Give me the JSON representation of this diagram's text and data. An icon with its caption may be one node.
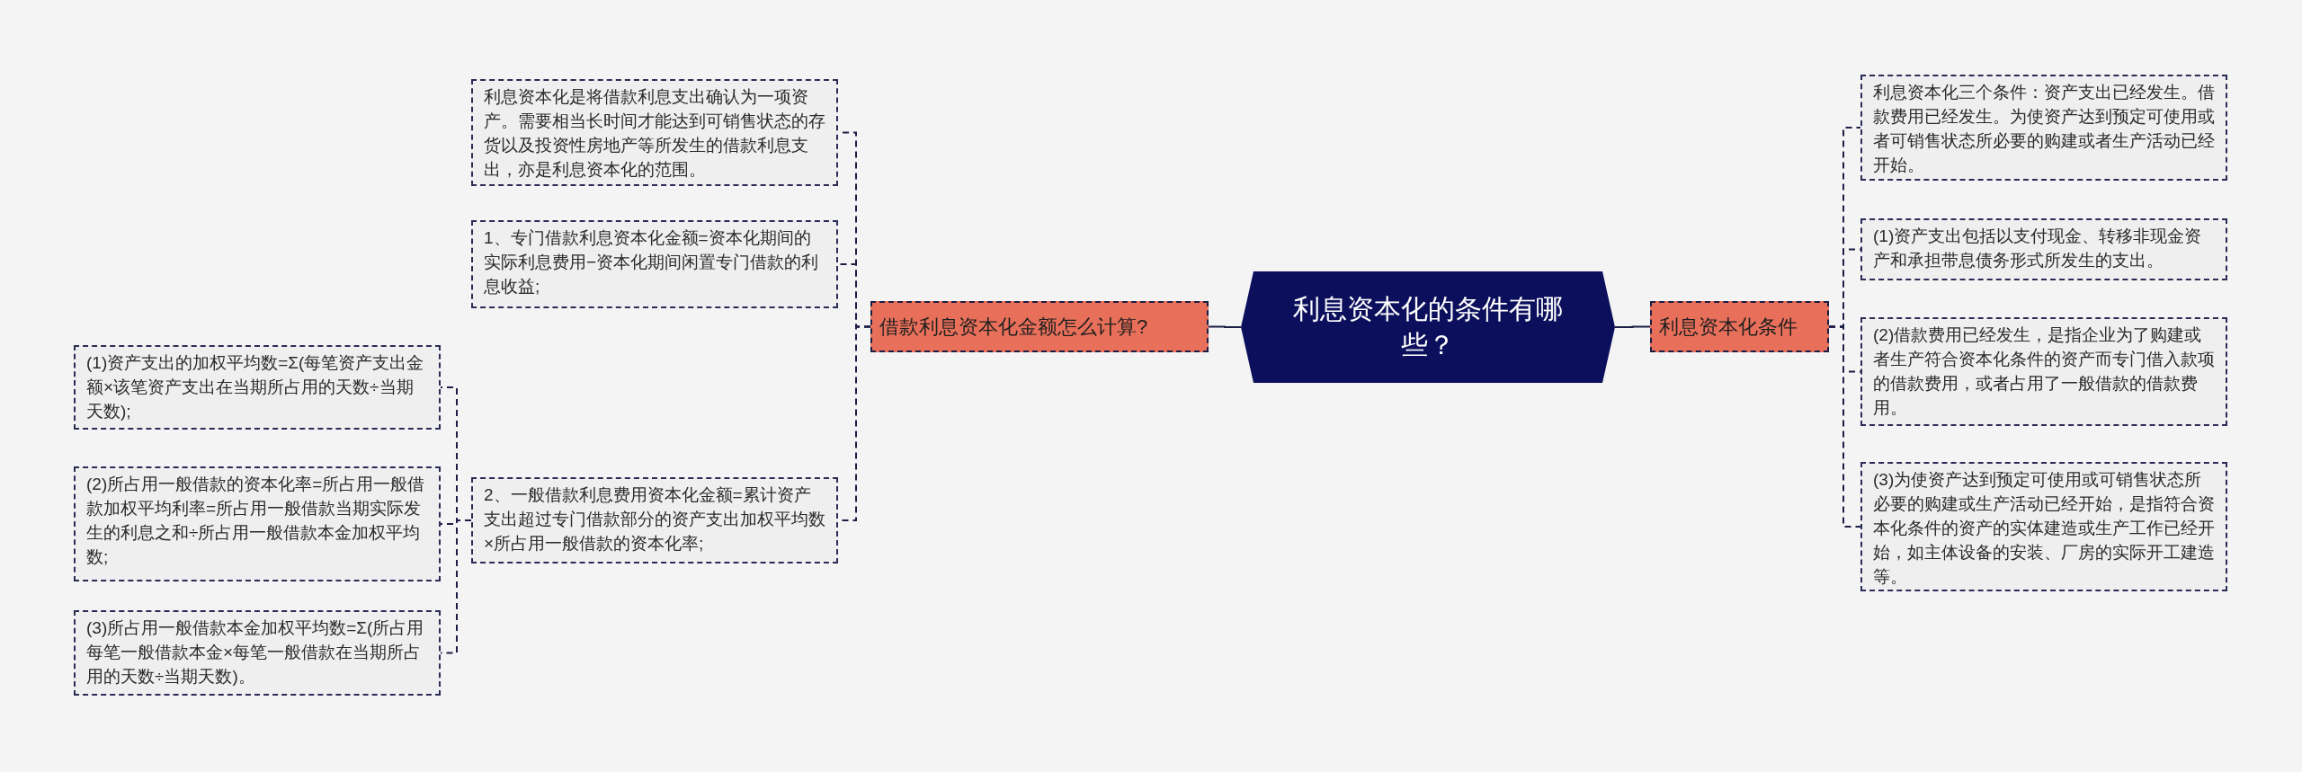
{
  "diagram": {
    "nodes": [
      {
        "text": [
          "利息资本化的条件有哪些？"
        ]
      },
      {
        "text": [
          "借款利息资本化金额怎么计算?"
        ]
      },
      {
        "text": [
          "利息资本化是将借款利息支出确认为一项资产。需要相当长时间才能达到可销售状态的存货以及投资性房地产等所发生的借款利息支出，亦是利息资本化的范围。"
        ]
      },
      {
        "text": [
          "1、专门借款利息资本化金额=资本化期间的实际利息费用−资本化期间闲置专门借款的利息收益;"
        ]
      },
      {
        "text": [
          "2、一般借款利息费用资本化金额=累计资产支出超过专门借款部分的资产支出加权平均数×所占用一般借款的资本化率;"
        ]
      },
      {
        "text": [
          "(1)资产支出的加权平均数=Σ(每笔资产支出金额×该笔资产支出在当期所占用的天数÷当期天数);"
        ]
      },
      {
        "text": [
          "(2)所占用一般借款的资本化率=所占用一般借款加权平均利率=所占用一般借款当期实际发生的利息之和÷所占用一般借款本金加权平均数;"
        ]
      },
      {
        "text": [
          "(3)所占用一般借款本金加权平均数=Σ(所占用每笔一般借款本金×每笔一般借款在当期所占用的天数÷当期天数)。"
        ]
      },
      {
        "text": [
          "利息资本化条件"
        ]
      },
      {
        "text": [
          "利息资本化三个条件：资产支出已经发生。借款费用已经发生。为使资产达到预定可使用或者可销售状态所必要的购建或者生产活动已经开始。"
        ]
      },
      {
        "text": [
          "(1)资产支出包括以支付现金、转移非现金资产和承担带息债务形式所发生的支出。"
        ]
      },
      {
        "text": [
          "(2)借款费用已经发生，是指企业为了购建或者生产符合资本化条件的资产而专门借入款项的借款费用，或者占用了一般借款的借款费用。"
        ]
      },
      {
        "text": [
          "(3)为使资产达到预定可使用或可销售状态所必要的购建或生产活动已经开始，是指符合资本化条件的资产的实体建造或生产工作已经开始，如主体设备的安装、厂房的实际开工建造等。"
        ]
      }
    ],
    "edges": [
      {
        "from": 0,
        "to": 1,
        "arrow": "none"
      },
      {
        "from": 1,
        "to": 2,
        "arrow": "none",
        "style": "dashed"
      },
      {
        "from": 1,
        "to": 3,
        "arrow": "none",
        "style": "dashed"
      },
      {
        "from": 1,
        "to": 4,
        "arrow": "none",
        "style": "dashed"
      },
      {
        "from": 4,
        "to": 5,
        "arrow": "none",
        "style": "dashed"
      },
      {
        "from": 4,
        "to": 6,
        "arrow": "none",
        "style": "dashed"
      },
      {
        "from": 4,
        "to": 7,
        "arrow": "none",
        "style": "dashed"
      },
      {
        "from": 0,
        "to": 8,
        "arrow": "none"
      },
      {
        "from": 8,
        "to": 9,
        "arrow": "none",
        "style": "dashed"
      },
      {
        "from": 8,
        "to": 10,
        "arrow": "none",
        "style": "dashed"
      },
      {
        "from": 8,
        "to": 11,
        "arrow": "none",
        "style": "dashed"
      },
      {
        "from": 8,
        "to": 12,
        "arrow": "none",
        "style": "dashed"
      }
    ]
  }
}
